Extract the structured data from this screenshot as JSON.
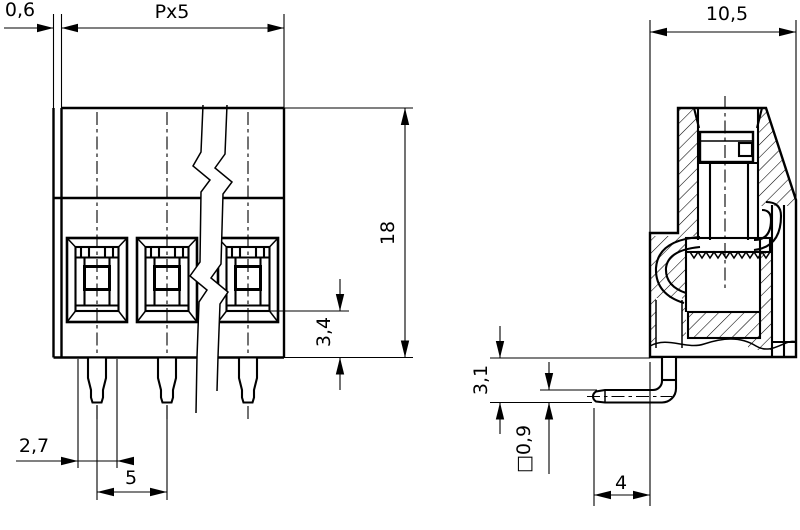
{
  "drawing": {
    "kind": "terminal-block dimensional drawing, two orthographic views",
    "colors": {
      "line": "#000000",
      "background": "#ffffff"
    },
    "views": {
      "front": "front view with 3 terminal positions, break lines, solder pins",
      "side": "cross-section side view with screw clamp and bent solder pin"
    }
  },
  "dims": {
    "d06": {
      "label": "0,6"
    },
    "px5": {
      "label": "Px5"
    },
    "d18": {
      "label": "18"
    },
    "d34": {
      "label": "3,4"
    },
    "d27": {
      "label": "2,7"
    },
    "d5": {
      "label": "5"
    },
    "d105": {
      "label": "10,5"
    },
    "d31": {
      "label": "3,1"
    },
    "d09": {
      "label": "□0,9"
    },
    "d4": {
      "label": "4"
    }
  }
}
